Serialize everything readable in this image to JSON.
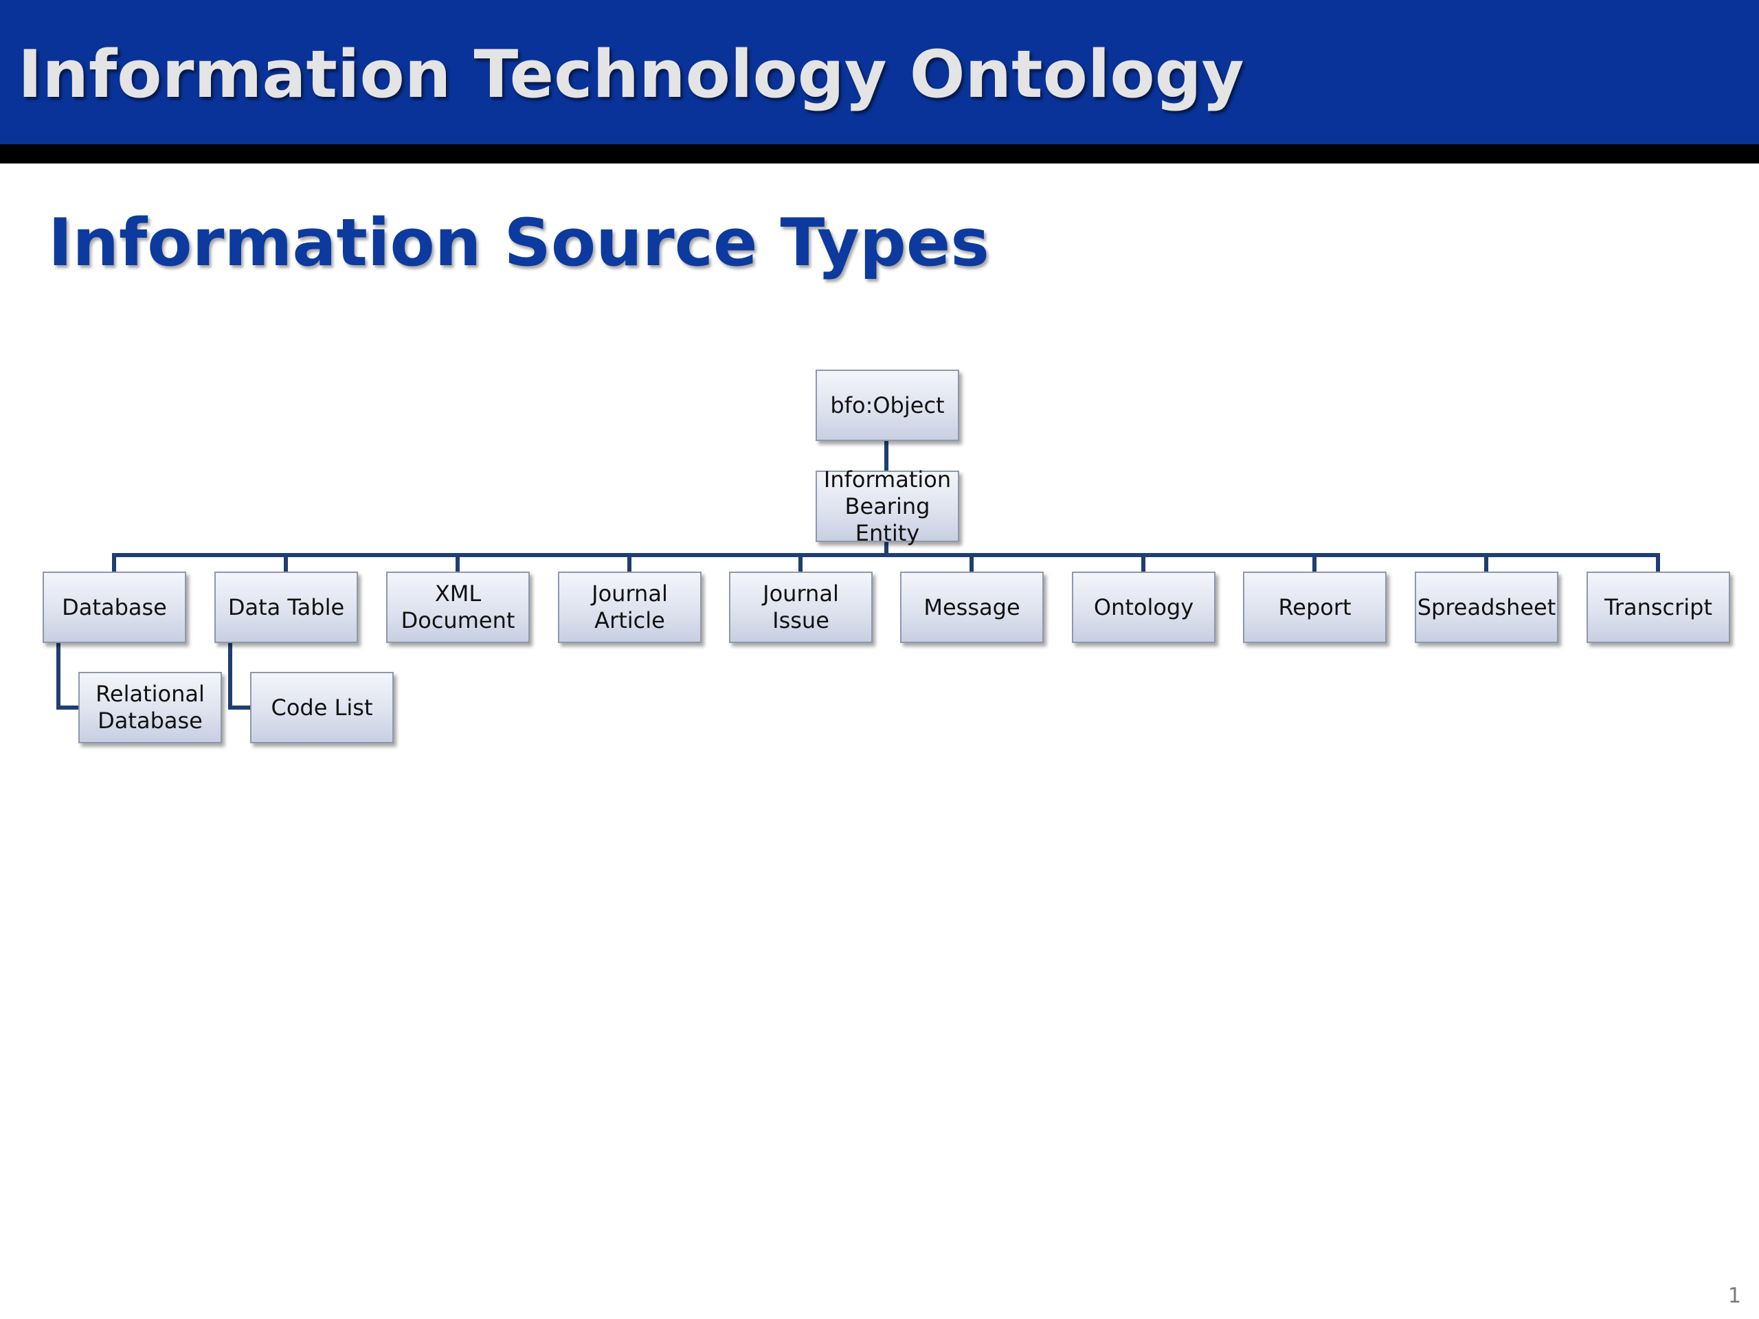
{
  "header": {
    "title": "Information Technology Ontology",
    "band_color": "#0a3399"
  },
  "slide": {
    "subtitle": "Information Source Types",
    "page_number": "1"
  },
  "diagram": {
    "root": {
      "label": "bfo:Object"
    },
    "level1": {
      "label": "Information Bearing Entity"
    },
    "children": [
      {
        "label": "Database"
      },
      {
        "label": "Data Table"
      },
      {
        "label": "XML Document"
      },
      {
        "label": "Journal Article"
      },
      {
        "label": "Journal Issue"
      },
      {
        "label": "Message"
      },
      {
        "label": "Ontology"
      },
      {
        "label": "Report"
      },
      {
        "label": "Spreadsheet"
      },
      {
        "label": "Transcript"
      }
    ],
    "grandchildren": {
      "database": {
        "label": "Relational Database"
      },
      "data_table": {
        "label": "Code List"
      }
    },
    "connector_color": "#1f3e72"
  }
}
